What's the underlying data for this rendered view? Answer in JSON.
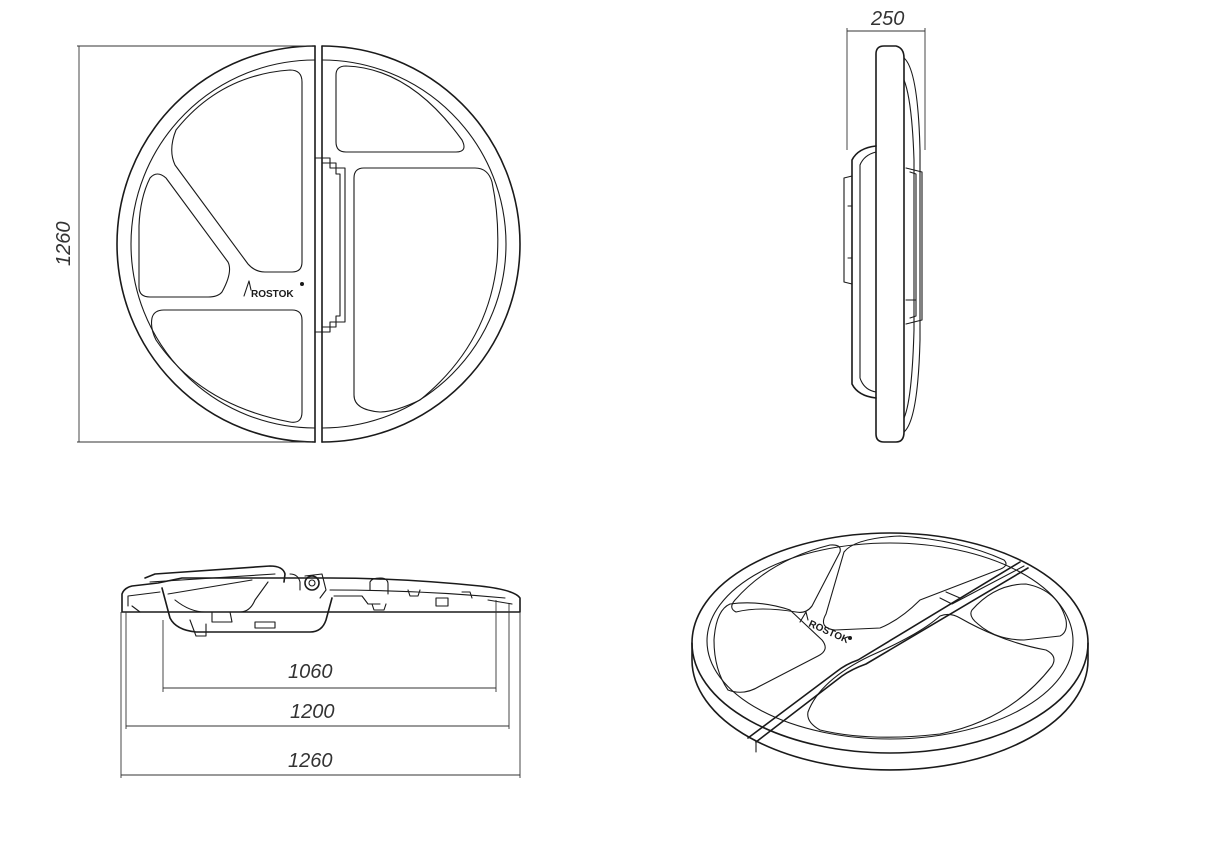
{
  "logo": {
    "brand": "ROSTOK"
  },
  "dimensions": {
    "front_height": "1260",
    "side_depth": "250",
    "bottom_inner": "1060",
    "bottom_mid": "1200",
    "bottom_overall": "1260"
  },
  "colors": {
    "line": "#1a1a1a",
    "dimension": "#333333",
    "background": "#ffffff"
  }
}
